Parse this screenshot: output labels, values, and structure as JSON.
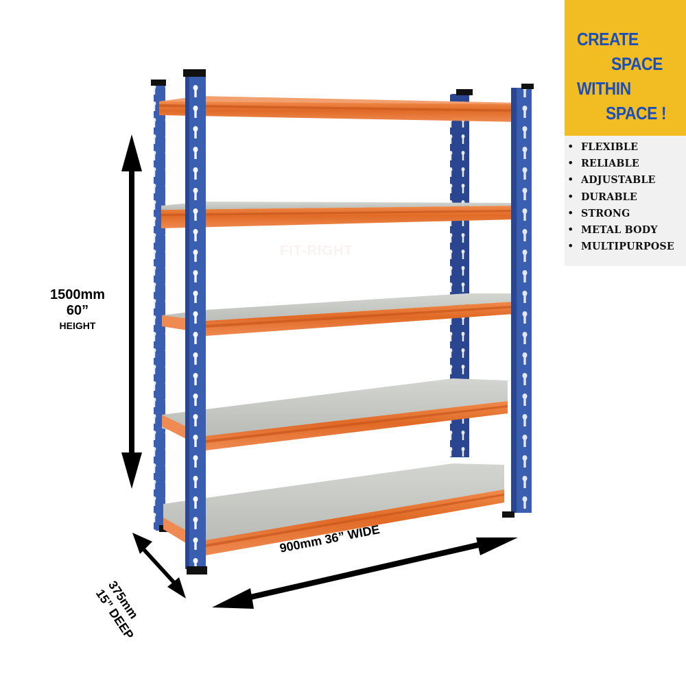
{
  "promo": {
    "headline": [
      "CREATE",
      "SPACE",
      "WITHIN",
      "SPACE !"
    ],
    "colors": {
      "panel_bg": "#f2bd22",
      "headline_text": "#1d4fb8",
      "list_bg": "#f1f1f1",
      "list_text": "#111111"
    },
    "features": [
      "FLEXIBLE",
      "RELIABLE",
      "ADJUSTABLE",
      "DURABLE",
      "STRONG",
      "METAL BODY",
      "MULTIPURPOSE"
    ],
    "bullet": "•"
  },
  "dimensions": {
    "height": {
      "metric": "1500mm",
      "imperial": "60”",
      "label": "HEIGHT"
    },
    "width": {
      "text": "900mm 36” WIDE"
    },
    "depth": {
      "metric": "375mm",
      "imperial": "15” DEEP"
    }
  },
  "product": {
    "type": "boltless shelving unit",
    "shelf_count": 5,
    "colors": {
      "upright": "#3b5fb0",
      "upright_dark": "#2a4690",
      "beam": "#e8702e",
      "beam_dark": "#c9561c",
      "shelf_board": "#c9cbc6",
      "foot_cap": "#111111"
    }
  },
  "watermark": {
    "text": "FIT-RIGHT"
  }
}
